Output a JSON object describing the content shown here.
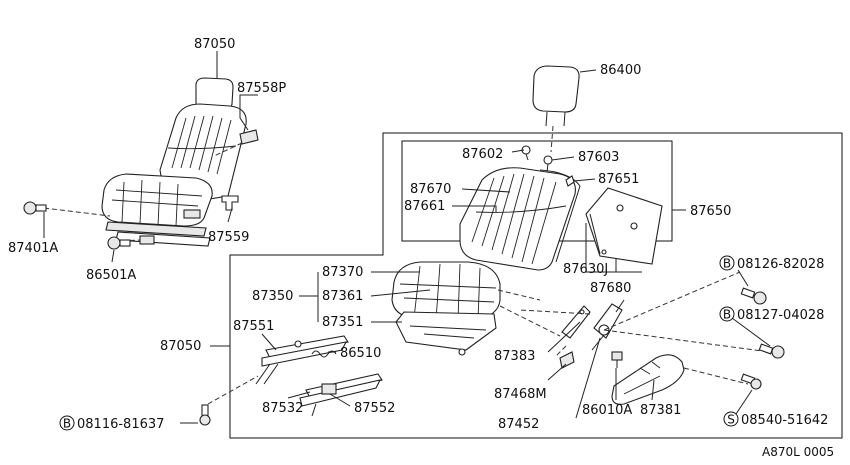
{
  "labels": {
    "p87050_top": "87050",
    "p87558P": "87558P",
    "p87401A": "87401A",
    "p87559": "87559",
    "p86501A": "86501A",
    "p86400": "86400",
    "p87602": "87602",
    "p87603": "87603",
    "p87670": "87670",
    "p87651": "87651",
    "p87661": "87661",
    "p87650": "87650",
    "p87630J": "87630J",
    "p87680": "87680",
    "p87370": "87370",
    "p87350": "87350",
    "p87361": "87361",
    "p87351": "87351",
    "p87551": "87551",
    "p87050_mid": "87050",
    "p86510": "86510",
    "p87383": "87383",
    "p87468M": "87468M",
    "p87532": "87532",
    "p87552": "87552",
    "p87452": "87452",
    "p86010A": "86010A",
    "p87381": "87381",
    "b1_letter": "B",
    "b1_num": "08126-82028",
    "b2_letter": "B",
    "b2_num": "08127-04028",
    "s1_letter": "S",
    "s1_num": "08540-51642",
    "b3_letter": "B",
    "b3_num": "08116-81637",
    "code": "A870L 0005"
  }
}
